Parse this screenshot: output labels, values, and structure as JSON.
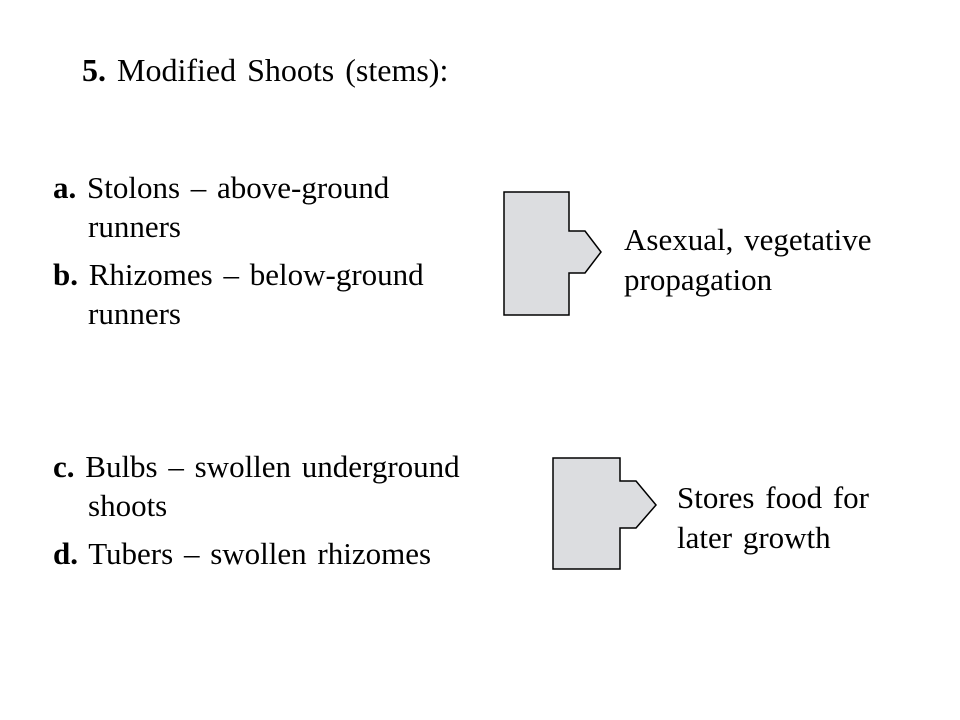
{
  "title": {
    "number": "5.",
    "text": "Modified Shoots (stems):"
  },
  "items": [
    {
      "letter": "a.",
      "text": "Stolons – above-ground",
      "continuation": "runners"
    },
    {
      "letter": "b.",
      "text": "Rhizomes – below-ground",
      "continuation": "runners"
    },
    {
      "letter": "c.",
      "text": "Bulbs – swollen underground",
      "continuation": "shoots"
    },
    {
      "letter": "d.",
      "text": "Tubers – swollen rhizomes",
      "continuation": ""
    }
  ],
  "results": [
    {
      "line1": "Asexual, vegetative",
      "line2": "propagation"
    },
    {
      "line1": "Stores food for",
      "line2": "later growth"
    }
  ],
  "colors": {
    "arrow_fill": "#dcdde0",
    "arrow_stroke": "#000000",
    "text": "#000000",
    "background": "#ffffff"
  }
}
